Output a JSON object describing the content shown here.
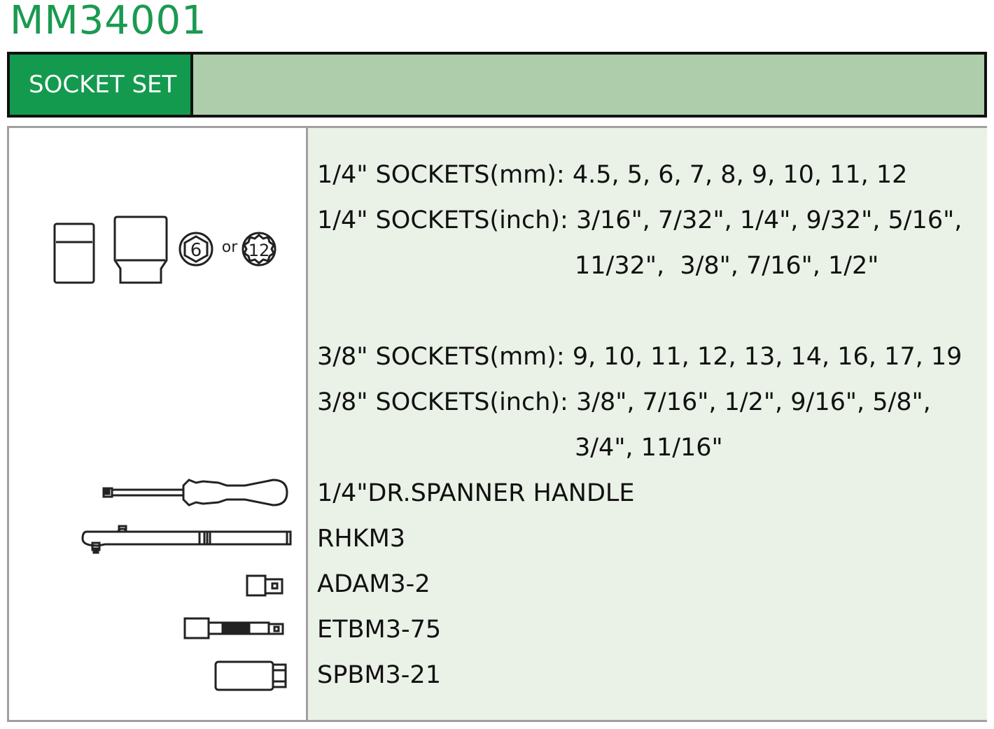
{
  "model_number": "MM34001",
  "category": "SOCKET SET",
  "icon_labels": {
    "hex6": "6",
    "or": "or",
    "hex12": "12"
  },
  "lines": [
    "1/4\" SOCKETS(mm): 4.5, 5, 6, 7, 8, 9, 10, 11, 12",
    "1/4\" SOCKETS(inch): 3/16\", 7/32\", 1/4\", 9/32\", 5/16\",",
    "11/32\",  3/8\", 7/16\", 1/2\"",
    "3/8\" SOCKETS(mm): 9, 10, 11, 12, 13, 14, 16, 17, 19",
    "3/8\" SOCKETS(inch): 3/8\", 7/16\", 1/2\", 9/16\", 5/8\",",
    "3/4\", 11/16\"",
    "1/4\"DR.SPANNER HANDLE",
    "RHKM3",
    "ADAM3-2",
    "ETBM3-75",
    "SPBM3-21"
  ]
}
